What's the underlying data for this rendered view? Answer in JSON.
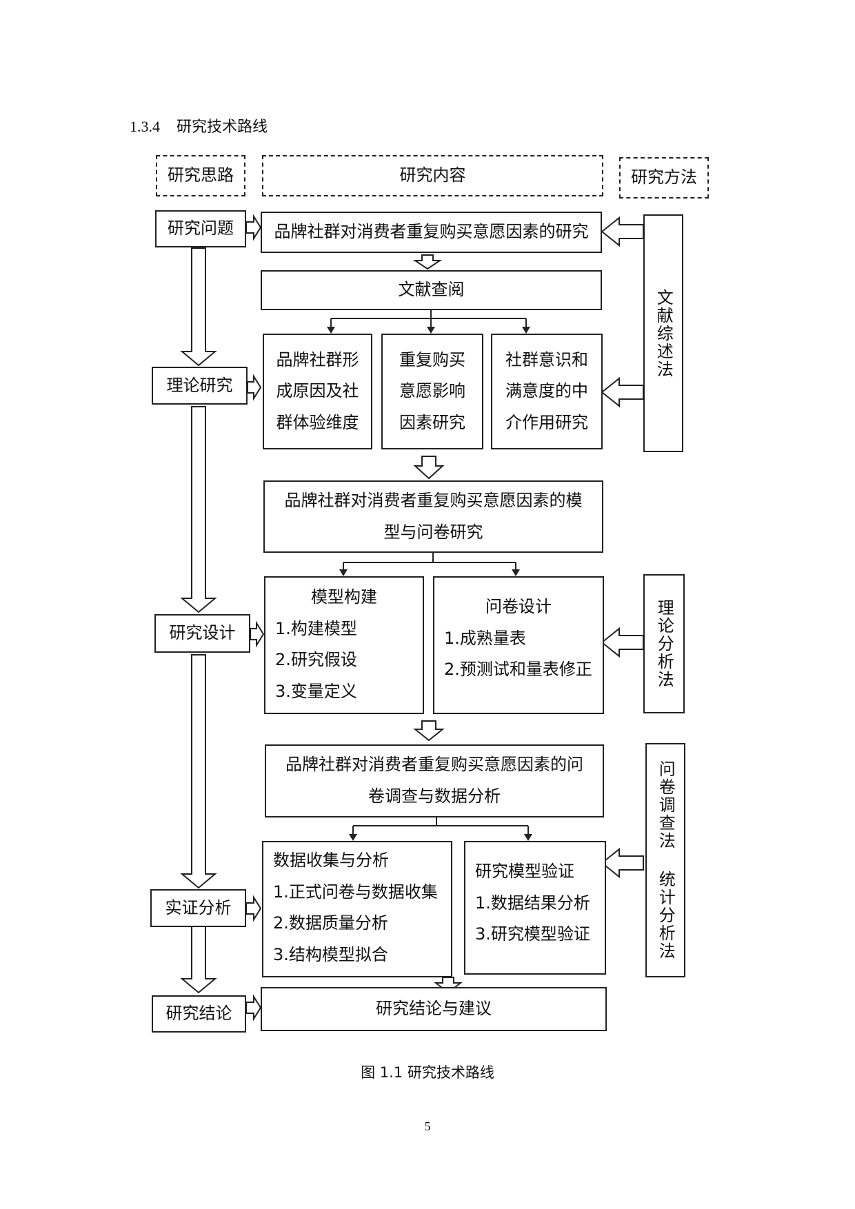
{
  "heading": {
    "number": "1.3.4",
    "title": "研究技术路线"
  },
  "columns": {
    "idea": "研究思路",
    "content": "研究内容",
    "method": "研究方法"
  },
  "stages": {
    "problem": "研究问题",
    "theory": "理论研究",
    "design": "研究设计",
    "empirical": "实证分析",
    "conclusion": "研究结论"
  },
  "content": {
    "main": "品牌社群对消费者重复购买意愿因素的研究",
    "literature": "文献查阅",
    "topic1": [
      "品牌社群形",
      "成原因及社",
      "群体验维度"
    ],
    "topic2": [
      "重复购买",
      "意愿影响",
      "因素研究"
    ],
    "topic3": [
      "社群意识和",
      "满意度的中",
      "介作用研究"
    ],
    "model_study": [
      "品牌社群对消费者重复购买意愿因素的模",
      "型与问卷研究"
    ],
    "model_build": {
      "title": "模型构建",
      "items": [
        "1.构建模型",
        "2.研究假设",
        "3.变量定义"
      ]
    },
    "questionnaire": {
      "title": "问卷设计",
      "items": [
        "1.成熟量表",
        "2.预测试和量表修正"
      ]
    },
    "survey": [
      "品牌社群对消费者重复购买意愿因素的问",
      "卷调查与数据分析"
    ],
    "data": {
      "title": "数据收集与分析",
      "items": [
        "1.正式问卷与数据收集",
        "2.数据质量分析",
        "3.结构模型拟合"
      ]
    },
    "verify": {
      "title": "研究模型验证",
      "items": [
        "1.数据结果分析",
        "3.研究模型验证"
      ]
    },
    "final": "研究结论与建议"
  },
  "methods": {
    "literature_review": "文献综述法",
    "theory_analysis": "理论分析法",
    "survey_stats": "问卷调查法 统计分析法"
  },
  "caption": "图 1.1 研究技术路线",
  "page_number": "5"
}
